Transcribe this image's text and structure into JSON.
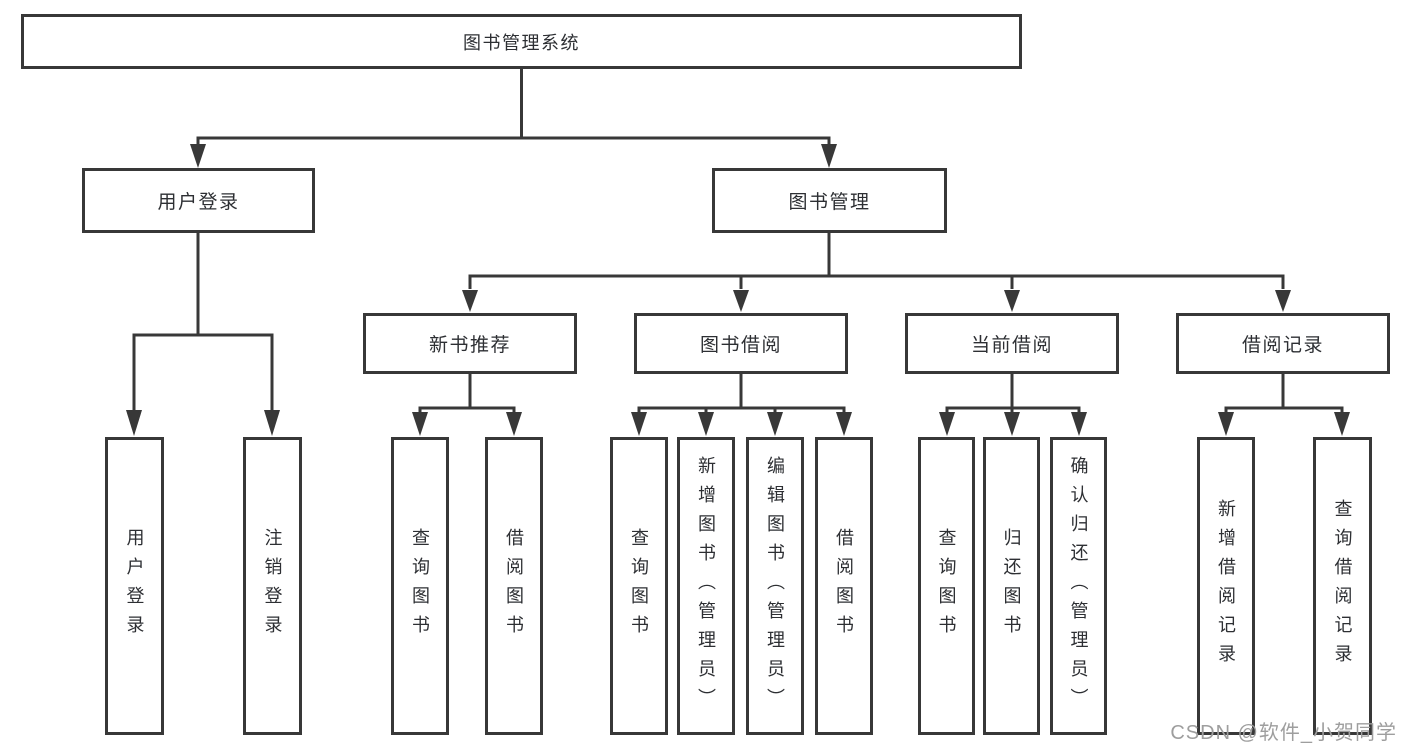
{
  "diagram": {
    "root": {
      "label": "图书管理系统"
    },
    "level2": [
      {
        "label": "用户登录"
      },
      {
        "label": "图书管理"
      }
    ],
    "level3": [
      {
        "label": "新书推荐"
      },
      {
        "label": "图书借阅"
      },
      {
        "label": "当前借阅"
      },
      {
        "label": "借阅记录"
      }
    ],
    "leaves": {
      "user_login": [
        {
          "label": "用户登录"
        },
        {
          "label": "注销登录"
        }
      ],
      "new_book": [
        {
          "label": "查询图书"
        },
        {
          "label": "借阅图书"
        }
      ],
      "book_borrow": [
        {
          "label": "查询图书"
        },
        {
          "label": "新增图书（管理员）"
        },
        {
          "label": "编辑图书（管理员）"
        },
        {
          "label": "借阅图书"
        }
      ],
      "current_borrow": [
        {
          "label": "查询图书"
        },
        {
          "label": "归还图书"
        },
        {
          "label": "确认归还（管理员）"
        }
      ],
      "borrow_record": [
        {
          "label": "新增借阅记录"
        },
        {
          "label": "查询借阅记录"
        }
      ]
    }
  },
  "watermark": {
    "text": "CSDN @软件_小贺同学"
  },
  "colors": {
    "line": "#383838",
    "text": "#2d2f33",
    "watermark": "#9e9e9e",
    "background": "#ffffff"
  }
}
